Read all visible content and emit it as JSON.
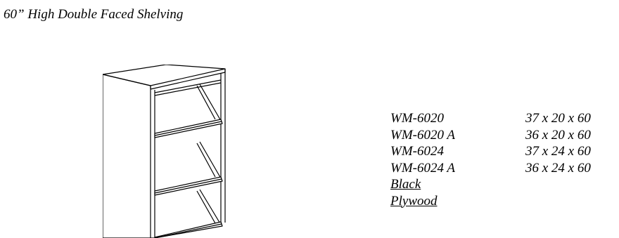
{
  "document": {
    "title": "60” High Double Faced Shelving",
    "illustration": "shelving-unit-line-drawing",
    "models": [
      {
        "model": "WM-6020",
        "dimensions": "37 x 20 x 60"
      },
      {
        "model": "WM-6020 A",
        "dimensions": "36 x 20 x 60"
      },
      {
        "model": "WM-6024",
        "dimensions": "37 x 24 x 60"
      },
      {
        "model": "WM-6024 A",
        "dimensions": "36 x 24 x 60"
      }
    ],
    "finishes": [
      "Black",
      "Plywood"
    ]
  }
}
